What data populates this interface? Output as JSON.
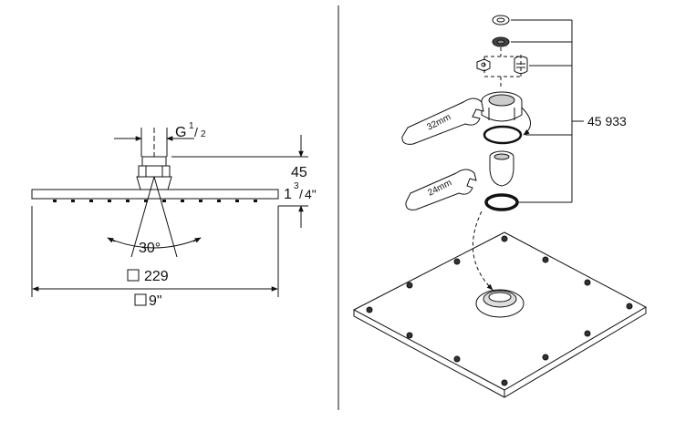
{
  "left_view": {
    "thread_label": "G",
    "thread_num": "1",
    "thread_den": "2",
    "height_mm": "45",
    "height_in_whole": "1",
    "height_in_num": "3",
    "height_in_den": "4\"",
    "angle": "30°",
    "width_mm": "229",
    "width_in": "9\""
  },
  "right_view": {
    "wrench_large": "32mm",
    "wrench_small": "24mm",
    "part_number": "45 933"
  }
}
